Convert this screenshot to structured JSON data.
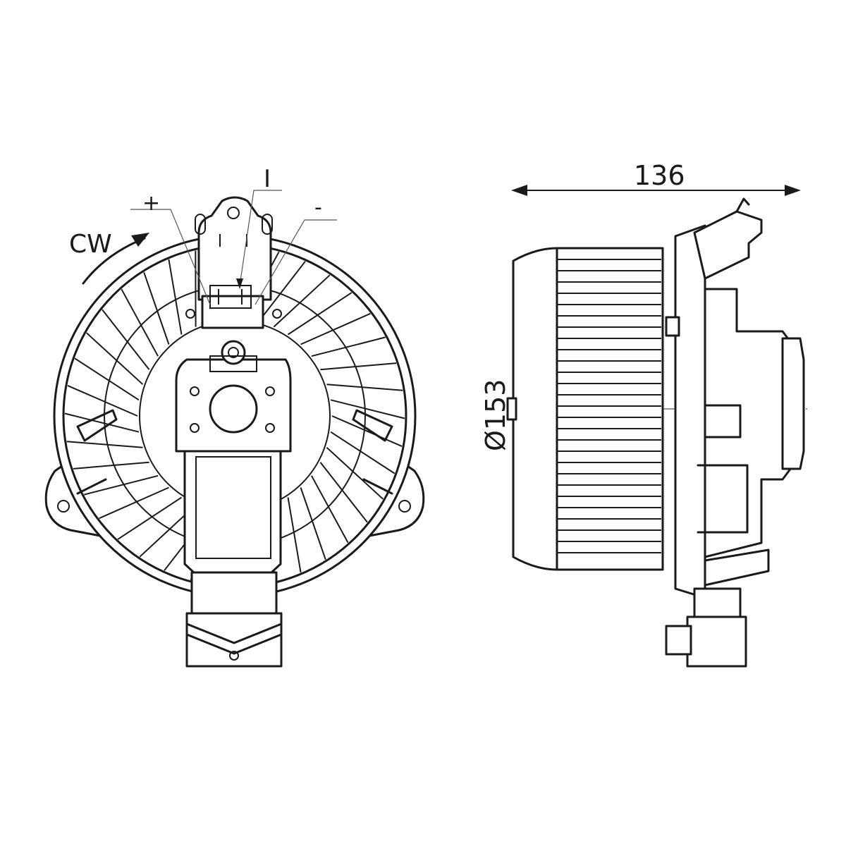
{
  "labels": {
    "rotation": "CW",
    "plus": "+",
    "signal": "I",
    "minus": "-",
    "width_dim": "136",
    "diameter_dim": "Ø153"
  },
  "colors": {
    "line": "#1a1a1a",
    "background": "#ffffff"
  }
}
